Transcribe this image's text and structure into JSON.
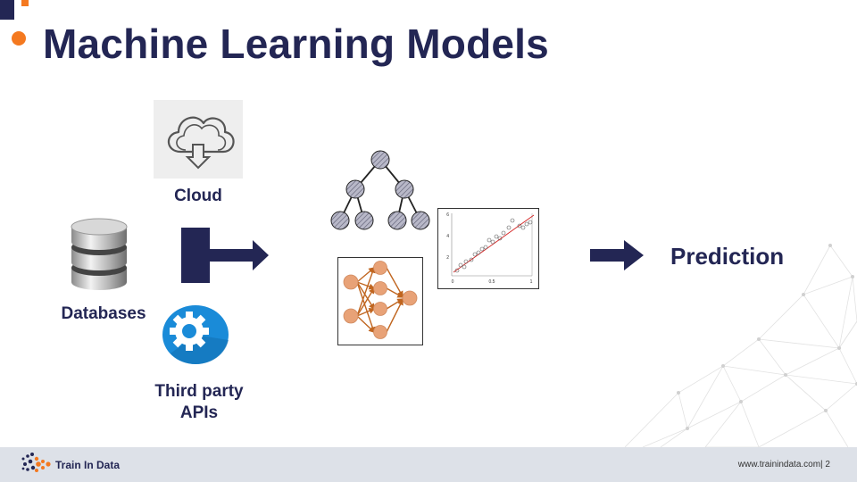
{
  "slide": {
    "title": "Machine Learning Models",
    "page_number": "2"
  },
  "sources": {
    "cloud_label": "Cloud",
    "databases_label": "Databases",
    "apis_label_line1": "Third party",
    "apis_label_line2": "APIs"
  },
  "output": {
    "prediction_label": "Prediction"
  },
  "scatter_plot": {
    "y_ticks": [
      "6",
      "4",
      "2"
    ],
    "x_ticks": [
      "0",
      "0.5",
      "1"
    ]
  },
  "footer": {
    "brand": "Train In Data",
    "website": "www.trainindata.com| 2"
  },
  "colors": {
    "navy": "#232654",
    "orange": "#f47920",
    "gear_blue": "#1a8bd8",
    "nn_node": "#e8a277",
    "nn_edge": "#c0651f",
    "footer_bg": "#dde1e8"
  }
}
